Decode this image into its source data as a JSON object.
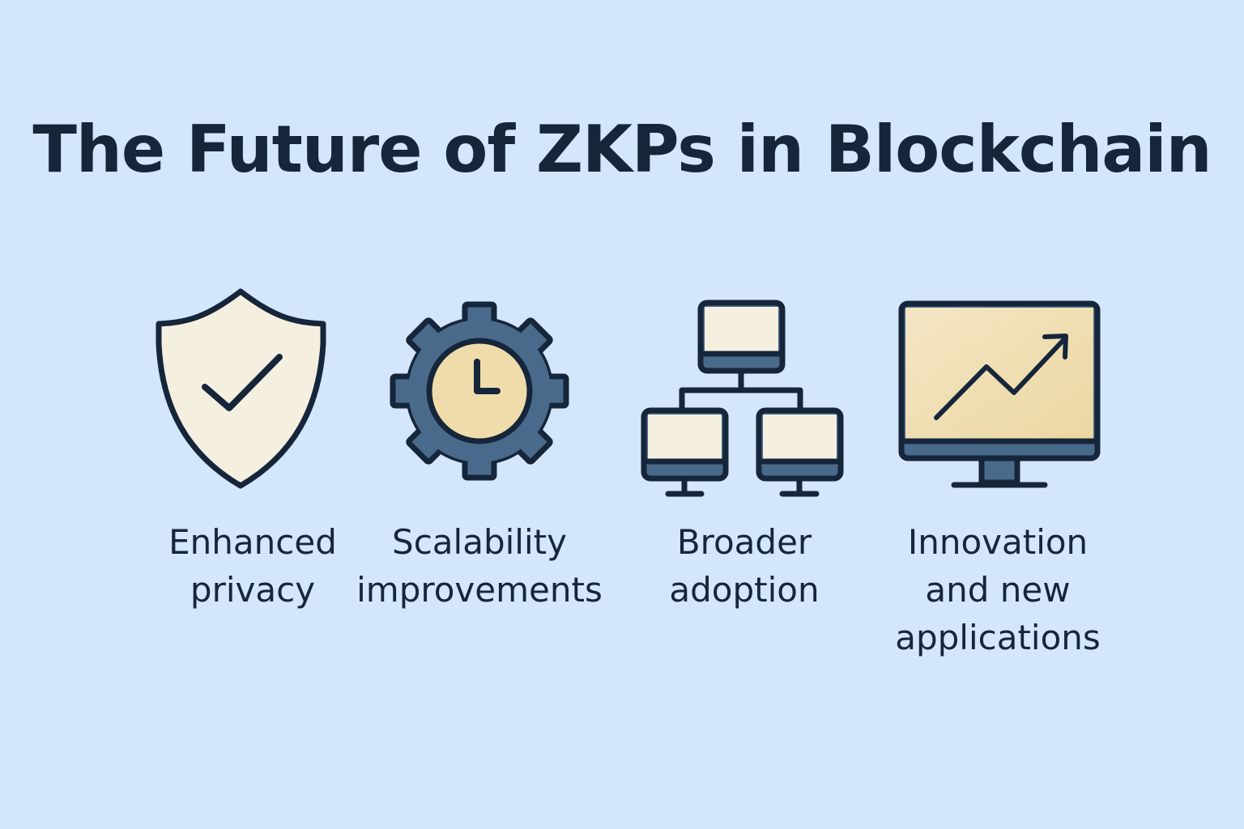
{
  "title": "The Future of ZKPs in Blockchain",
  "items": [
    {
      "icon": "shield-check-icon",
      "lines": [
        "Enhanced",
        "privacy"
      ]
    },
    {
      "icon": "gear-clock-icon",
      "lines": [
        "Scalability",
        "improvements"
      ]
    },
    {
      "icon": "network-computers-icon",
      "lines": [
        "Broader",
        "adoption"
      ]
    },
    {
      "icon": "monitor-growth-chart-icon",
      "lines": [
        "Innovation",
        "and new",
        "applications"
      ]
    }
  ],
  "colors": {
    "background": "#d3e6fb",
    "outline": "#16263a",
    "blue": "#4a6a8c",
    "cream": "#f5efe0",
    "tan": "#efdcaa"
  }
}
